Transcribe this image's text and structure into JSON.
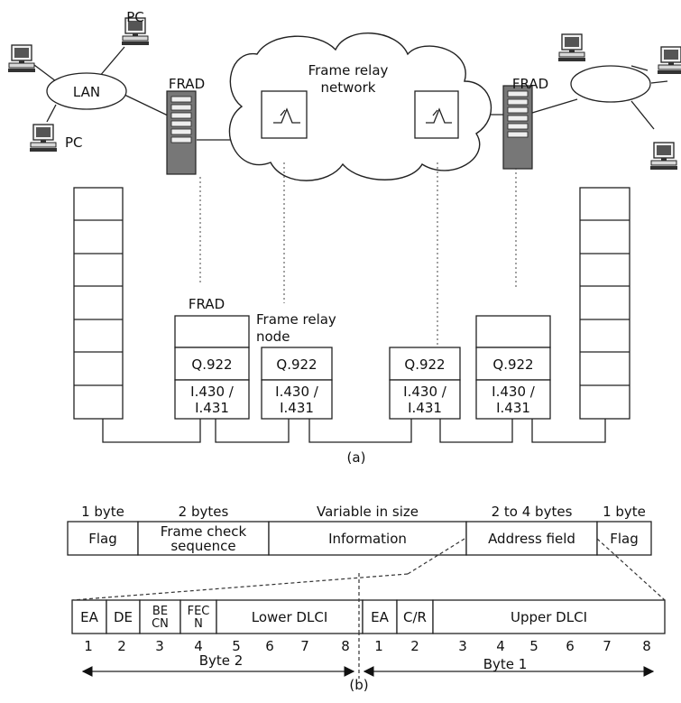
{
  "top": {
    "pc_label_top": "PC",
    "pc_label_left": "PC",
    "lan_label": "LAN",
    "frad_left": "FRAD",
    "frad_right": "FRAD",
    "network_label_line1": "Frame relay",
    "network_label_line2": "network",
    "stack_frad_title": "FRAD",
    "stack_node_title_line1": "Frame relay",
    "stack_node_title_line2": "node",
    "q922": "Q.922",
    "i430_line1": "I.430 /",
    "i430_line2": "I.431",
    "caption": "(a)"
  },
  "frame": {
    "sizes": [
      "1 byte",
      "2 bytes",
      "Variable in size",
      "2 to 4 bytes",
      "1 byte"
    ],
    "fields": [
      "Flag",
      "Frame check\nsequence",
      "Information",
      "Address field",
      "Flag"
    ]
  },
  "address": {
    "fields": [
      "EA",
      "DE",
      "BE\nCN",
      "FEC\nN",
      "Lower DLCI",
      "EA",
      "C/R",
      "Upper DLCI"
    ],
    "bits_byte2": [
      "1",
      "2",
      "3",
      "4",
      "5",
      "6",
      "7",
      "8"
    ],
    "bits_byte1": [
      "1",
      "2",
      "3",
      "4",
      "5",
      "6",
      "7",
      "8"
    ],
    "byte2_label": "Byte 2",
    "byte1_label": "Byte 1",
    "caption": "(b)"
  }
}
